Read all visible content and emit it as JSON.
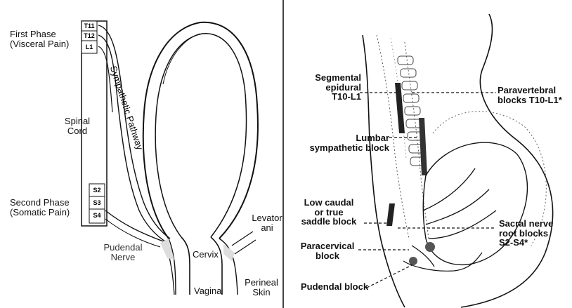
{
  "left_diagram": {
    "first_phase": [
      "First Phase",
      "(Visceral Pain)"
    ],
    "spinal_cord": [
      "Spinal",
      "Cord"
    ],
    "second_phase": [
      "Second Phase",
      "(Somatic Pain)"
    ],
    "segments_upper": [
      "T11",
      "T12",
      "L1"
    ],
    "segments_lower": [
      "S2",
      "S3",
      "S4"
    ],
    "sympathetic_pathway": "Sympathetic Pathway",
    "pudendal_nerve": [
      "Pudendal",
      "Nerve"
    ],
    "cervix": "Cervix",
    "vagina": "Vagina",
    "levator_ani": [
      "Levator",
      "ani"
    ],
    "perineal_skin": [
      "Perineal",
      "Skin"
    ]
  },
  "right_diagram": {
    "segmental_epidural": [
      "Segmental",
      "epidural",
      "T10-L1"
    ],
    "paravertebral": [
      "Paravertebral",
      "blocks T10-L1*"
    ],
    "lumbar_sympathetic": [
      "Lumbar",
      "sympathetic block"
    ],
    "low_caudal": [
      "Low caudal",
      "or true",
      "saddle block"
    ],
    "sacral_nerve": [
      "Sacral nerve",
      "root blocks",
      "S2-S4*"
    ],
    "paracervical": [
      "Paracervical",
      "block"
    ],
    "pudendal_block": "Pudendal block"
  }
}
